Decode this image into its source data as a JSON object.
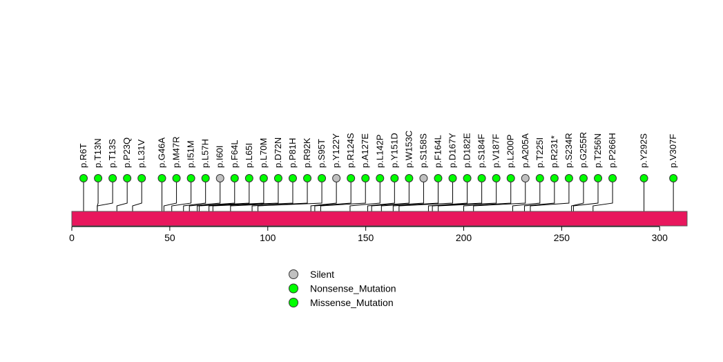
{
  "chart_data": {
    "type": "lollipop",
    "protein_length": 314,
    "xlim": [
      0,
      314
    ],
    "x_ticks": [
      0,
      50,
      100,
      150,
      200,
      250,
      300
    ],
    "domain_color": "#e8175d",
    "mutations": [
      {
        "label": "p.R6T",
        "pos": 6,
        "type": "Missense_Mutation"
      },
      {
        "label": "p.T13N",
        "pos": 13,
        "type": "Missense_Mutation"
      },
      {
        "label": "p.T13S",
        "pos": 13,
        "type": "Missense_Mutation"
      },
      {
        "label": "p.P23Q",
        "pos": 23,
        "type": "Missense_Mutation"
      },
      {
        "label": "p.L31V",
        "pos": 31,
        "type": "Missense_Mutation"
      },
      {
        "label": "p.G46A",
        "pos": 46,
        "type": "Missense_Mutation"
      },
      {
        "label": "p.M47R",
        "pos": 47,
        "type": "Missense_Mutation"
      },
      {
        "label": "p.I51M",
        "pos": 51,
        "type": "Missense_Mutation"
      },
      {
        "label": "p.L57H",
        "pos": 57,
        "type": "Missense_Mutation"
      },
      {
        "label": "p.I60I",
        "pos": 60,
        "type": "Silent"
      },
      {
        "label": "p.F64L",
        "pos": 64,
        "type": "Missense_Mutation"
      },
      {
        "label": "p.L65I",
        "pos": 65,
        "type": "Missense_Mutation"
      },
      {
        "label": "p.L70M",
        "pos": 70,
        "type": "Missense_Mutation"
      },
      {
        "label": "p.D72N",
        "pos": 72,
        "type": "Missense_Mutation"
      },
      {
        "label": "p.P81H",
        "pos": 81,
        "type": "Missense_Mutation"
      },
      {
        "label": "p.R92K",
        "pos": 92,
        "type": "Missense_Mutation"
      },
      {
        "label": "p.S95T",
        "pos": 95,
        "type": "Missense_Mutation"
      },
      {
        "label": "p.Y122Y",
        "pos": 122,
        "type": "Silent"
      },
      {
        "label": "p.R124S",
        "pos": 124,
        "type": "Missense_Mutation"
      },
      {
        "label": "p.A127E",
        "pos": 127,
        "type": "Missense_Mutation"
      },
      {
        "label": "p.L142P",
        "pos": 142,
        "type": "Missense_Mutation"
      },
      {
        "label": "p.Y151D",
        "pos": 151,
        "type": "Missense_Mutation"
      },
      {
        "label": "p.W153C",
        "pos": 153,
        "type": "Missense_Mutation"
      },
      {
        "label": "p.S158S",
        "pos": 158,
        "type": "Silent"
      },
      {
        "label": "p.F164L",
        "pos": 164,
        "type": "Missense_Mutation"
      },
      {
        "label": "p.D167Y",
        "pos": 167,
        "type": "Missense_Mutation"
      },
      {
        "label": "p.D182E",
        "pos": 182,
        "type": "Missense_Mutation"
      },
      {
        "label": "p.S184F",
        "pos": 184,
        "type": "Missense_Mutation"
      },
      {
        "label": "p.V187F",
        "pos": 187,
        "type": "Missense_Mutation"
      },
      {
        "label": "p.L200P",
        "pos": 200,
        "type": "Missense_Mutation"
      },
      {
        "label": "p.A205A",
        "pos": 205,
        "type": "Silent"
      },
      {
        "label": "p.T225I",
        "pos": 225,
        "type": "Missense_Mutation"
      },
      {
        "label": "p.R231*",
        "pos": 231,
        "type": "Nonsense_Mutation"
      },
      {
        "label": "p.S234R",
        "pos": 234,
        "type": "Missense_Mutation"
      },
      {
        "label": "p.G255R",
        "pos": 255,
        "type": "Missense_Mutation"
      },
      {
        "label": "p.T256N",
        "pos": 256,
        "type": "Missense_Mutation"
      },
      {
        "label": "p.P266H",
        "pos": 266,
        "type": "Missense_Mutation"
      },
      {
        "label": "p.Y292S",
        "pos": 292,
        "type": "Missense_Mutation"
      },
      {
        "label": "p.V307F",
        "pos": 307,
        "type": "Missense_Mutation"
      }
    ],
    "legend": [
      {
        "name": "Silent",
        "color": "#c0c0c0"
      },
      {
        "name": "Nonsense_Mutation",
        "color": "#00ff00"
      },
      {
        "name": "Missense_Mutation",
        "color": "#00ff00"
      }
    ],
    "legend_placement": "bottom-center"
  }
}
